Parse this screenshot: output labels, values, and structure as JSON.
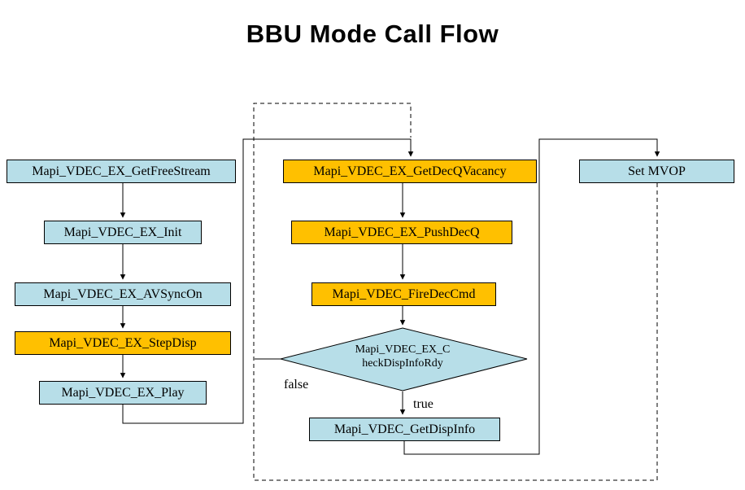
{
  "title": "BBU Mode Call Flow",
  "colors": {
    "node_blue": "#b7dee8",
    "node_orange": "#ffc000",
    "line": "#000000",
    "background": "#ffffff"
  },
  "nodes": {
    "get_free_stream": {
      "label": "Mapi_VDEC_EX_GetFreeStream",
      "fill": "blue"
    },
    "init": {
      "label": "Mapi_VDEC_EX_Init",
      "fill": "blue"
    },
    "avsync_on": {
      "label": "Mapi_VDEC_EX_AVSyncOn",
      "fill": "blue"
    },
    "step_disp": {
      "label": "Mapi_VDEC_EX_StepDisp",
      "fill": "orange"
    },
    "play": {
      "label": "Mapi_VDEC_EX_Play",
      "fill": "blue"
    },
    "get_decq_vacancy": {
      "label": "Mapi_VDEC_EX_GetDecQVacancy",
      "fill": "orange"
    },
    "push_decq": {
      "label": "Mapi_VDEC_EX_PushDecQ",
      "fill": "orange"
    },
    "fire_dec_cmd": {
      "label": "Mapi_VDEC_FireDecCmd",
      "fill": "orange"
    },
    "check_disp_info_rdy": {
      "label_line1": "Mapi_VDEC_EX_C",
      "label_line2": "heckDispInfoRdy",
      "fill": "blue"
    },
    "get_disp_info": {
      "label": "Mapi_VDEC_GetDispInfo",
      "fill": "blue"
    },
    "set_mvop": {
      "label": "Set MVOP",
      "fill": "blue"
    }
  },
  "edge_labels": {
    "false_label": "false",
    "true_label": "true"
  }
}
